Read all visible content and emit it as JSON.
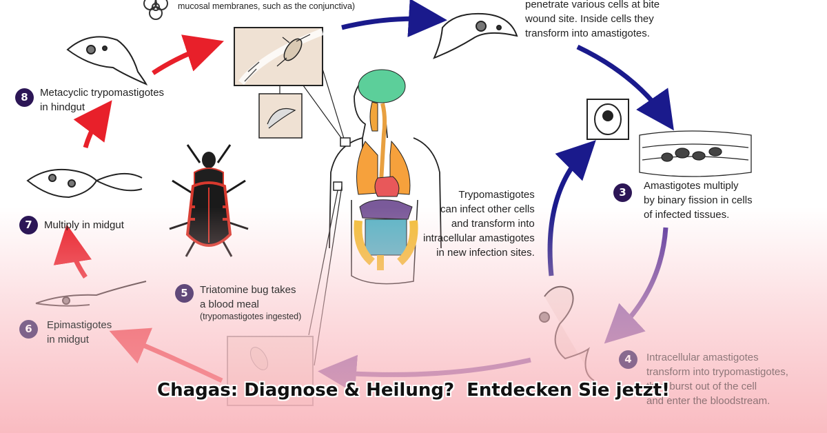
{
  "title": "Chagas: Diagnose & Heilung?  Entdecken Sie jetzt!",
  "colors": {
    "badge": "#2c1656",
    "arrow_red": "#e8202a",
    "arrow_blue": "#1a1a8c",
    "arrow_purple": "#6a4aa8",
    "overlay_pink": "#f8b0b8"
  },
  "steps": {
    "top_note": "mucosal membranes, such as the conjunctiva)",
    "s2": {
      "lines": [
        "penetrate various cells at bite",
        "wound site.  Inside cells they",
        "transform into amastigotes."
      ]
    },
    "s3": {
      "num": "3",
      "lines": [
        "Amastigotes multiply",
        "by binary fission in cells",
        "of infected tissues."
      ]
    },
    "s4": {
      "num": "4",
      "lines": [
        "Intracellular amastigotes",
        "transform into trypomastigotes,",
        "then burst out of the cell",
        "and enter the bloodstream."
      ]
    },
    "s5": {
      "num": "5",
      "lines": [
        "Triatomine bug takes",
        "a blood meal"
      ],
      "sub": "(trypomastigotes ingested)"
    },
    "s6": {
      "num": "6",
      "lines": [
        "Epimastigotes",
        "in midgut"
      ]
    },
    "s7": {
      "num": "7",
      "lines": [
        "Multiply in midgut"
      ]
    },
    "s8": {
      "num": "8",
      "lines": [
        "Metacyclic trypomastigotes",
        "in hindgut"
      ]
    },
    "center": {
      "lines": [
        "Trypomastigotes",
        "can infect other cells",
        "and transform into",
        "intracellular amastigotes",
        "in new infection sites."
      ]
    }
  },
  "icons": [
    "biohazard-icon",
    "triatomine-bug-icon",
    "human-body-icon",
    "trypomastigote-icon",
    "epimastigote-icon",
    "infected-cell-icon",
    "tissue-icon"
  ]
}
